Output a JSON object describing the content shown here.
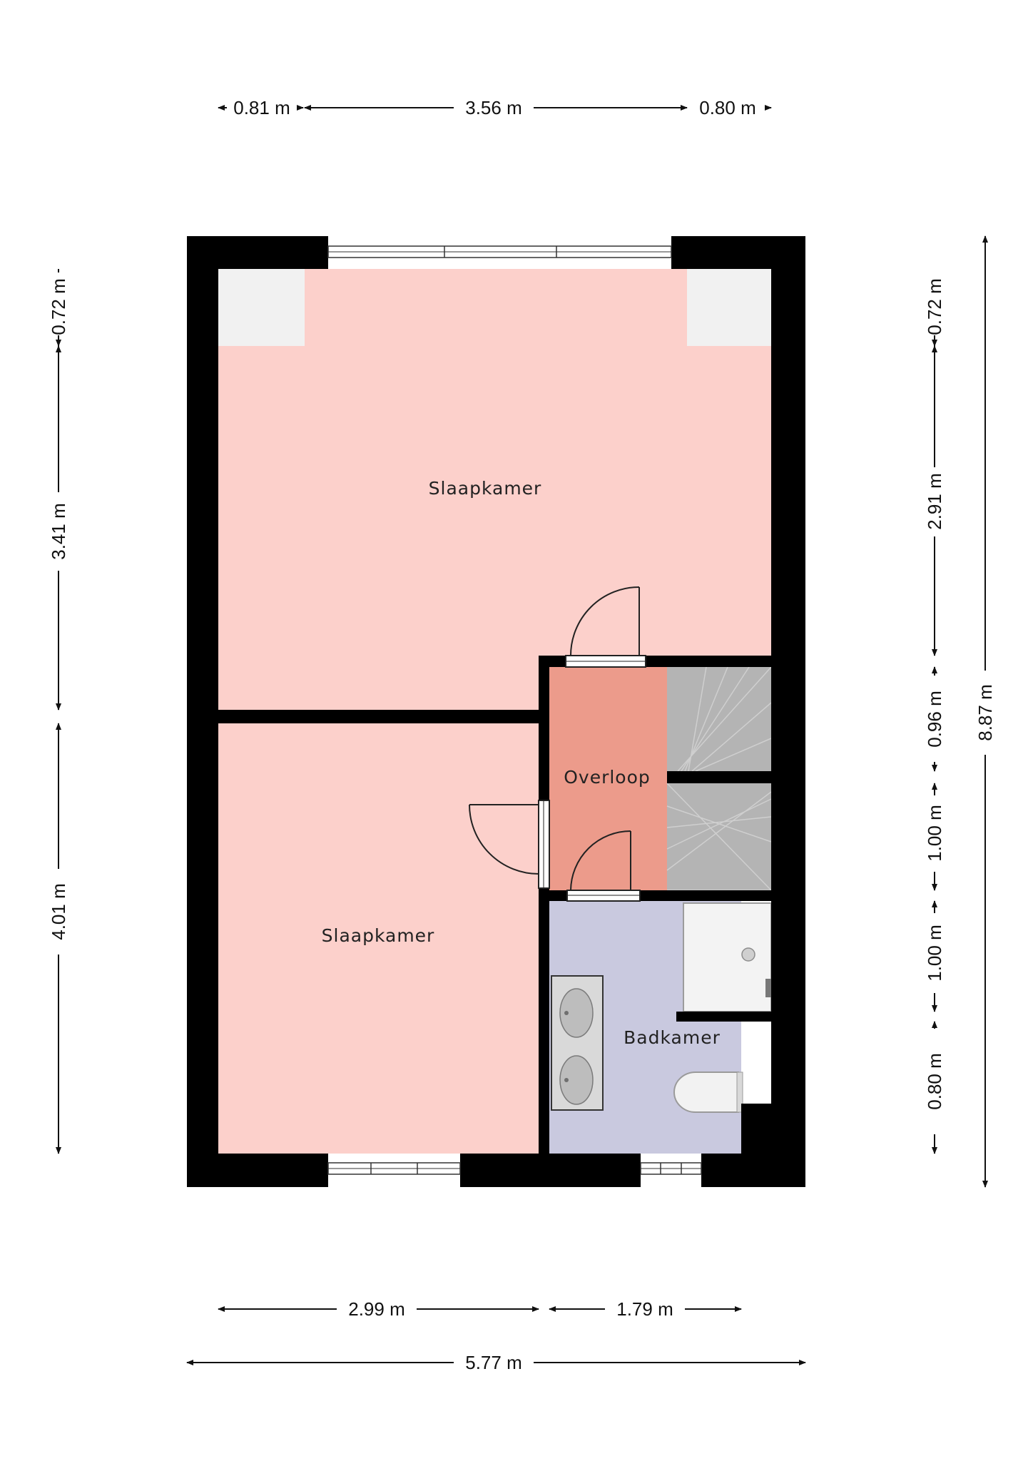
{
  "colors": {
    "wall": "#000000",
    "bedroom": "#fcd0cb",
    "landing": "#ec9b8b",
    "bathroom": "#c9c9df",
    "stairs": "#b4b4b4",
    "light_zone": "#f1f1f1",
    "background": "#ffffff"
  },
  "rooms": {
    "bedroom_top": "Slaapkamer",
    "bedroom_bottom": "Slaapkamer",
    "landing": "Overloop",
    "bathroom": "Badkamer"
  },
  "dimensions": {
    "top": [
      "0.81 m",
      "3.56 m",
      "0.80 m"
    ],
    "bottom_inner": [
      "2.99 m",
      "1.79 m"
    ],
    "bottom_total": "5.77 m",
    "left": [
      "0.72 m",
      "3.41 m",
      "4.01 m"
    ],
    "right_inner": [
      "0.72 m",
      "2.91 m",
      "0.96 m",
      "1.00 m",
      "1.00 m",
      "0.80 m"
    ],
    "right_total": "8.87 m"
  }
}
